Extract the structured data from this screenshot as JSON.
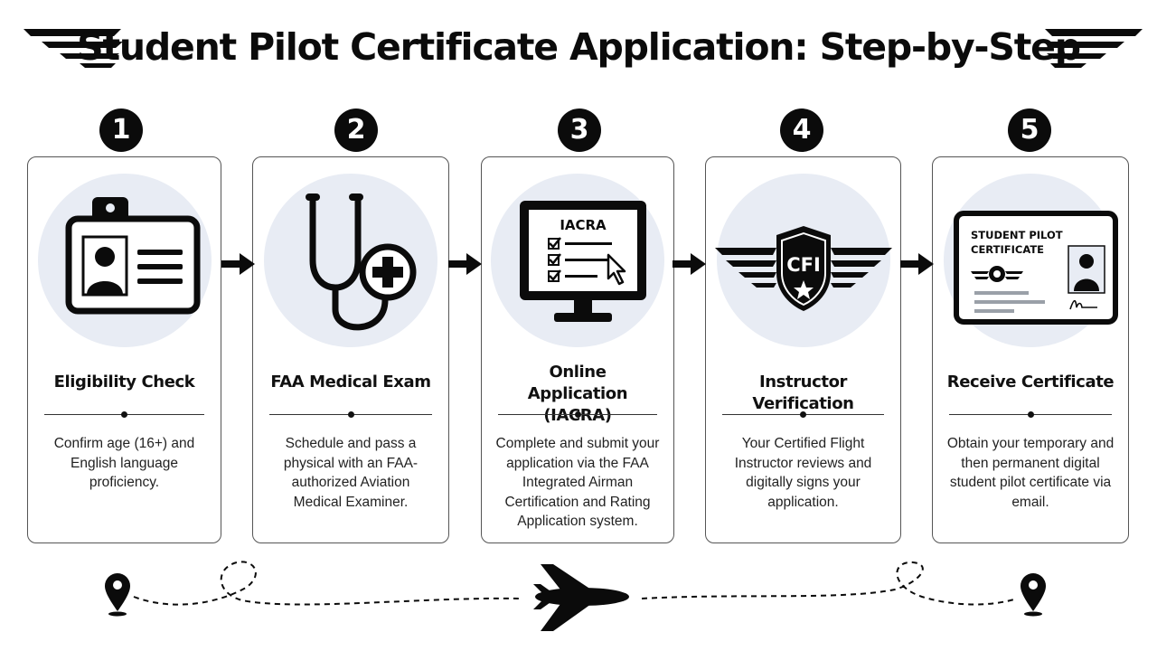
{
  "title": "Student Pilot Certificate Application: Step-by-Step",
  "steps": [
    {
      "number": "1",
      "title": "Eligibility Check",
      "description": "Confirm age (16+) and English language proficiency."
    },
    {
      "number": "2",
      "title": "FAA Medical Exam",
      "description": "Schedule and pass a physical with an FAA-authorized Aviation Medical Examiner."
    },
    {
      "number": "3",
      "title": "Online Application (IACRA)",
      "description": "Complete and submit your application via the FAA Integrated Airman Certification and Rating Application system.",
      "screen_label": "IACRA"
    },
    {
      "number": "4",
      "title": "Instructor Verification",
      "description": "Your Certified Flight Instructor reviews and digitally signs your application.",
      "shield_label": "CFI"
    },
    {
      "number": "5",
      "title": "Receive Certificate",
      "description": "Obtain your temporary and then permanent digital student pilot certificate via email.",
      "card_label": "STUDENT PILOT CERTIFICATE"
    }
  ],
  "colors": {
    "ink": "#0b0b0b",
    "halo": "#e8ecf4",
    "card_border": "#555555"
  }
}
